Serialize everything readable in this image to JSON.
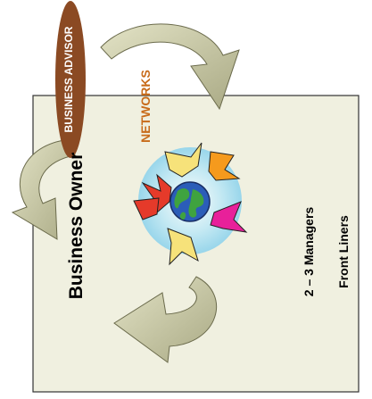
{
  "labels": {
    "business_advisor": "BUSINESS ADVISOR",
    "networks": "NETWORKS",
    "business_owner": "Business Owner",
    "managers": "2 – 3 Managers",
    "front_liners": "Front Liners"
  },
  "colors": {
    "panel_fill": "#f0f0e0",
    "advisor_fill": "#8b4a23",
    "arrow_fill": "#c9c9a6",
    "networks_text": "#c86b1a",
    "globe_ocean": "#2b5db8",
    "globe_land": "#3fa33f"
  },
  "icons": {
    "hub": "globe-with-people-icon",
    "arrows": "curved-arrow-icon"
  }
}
